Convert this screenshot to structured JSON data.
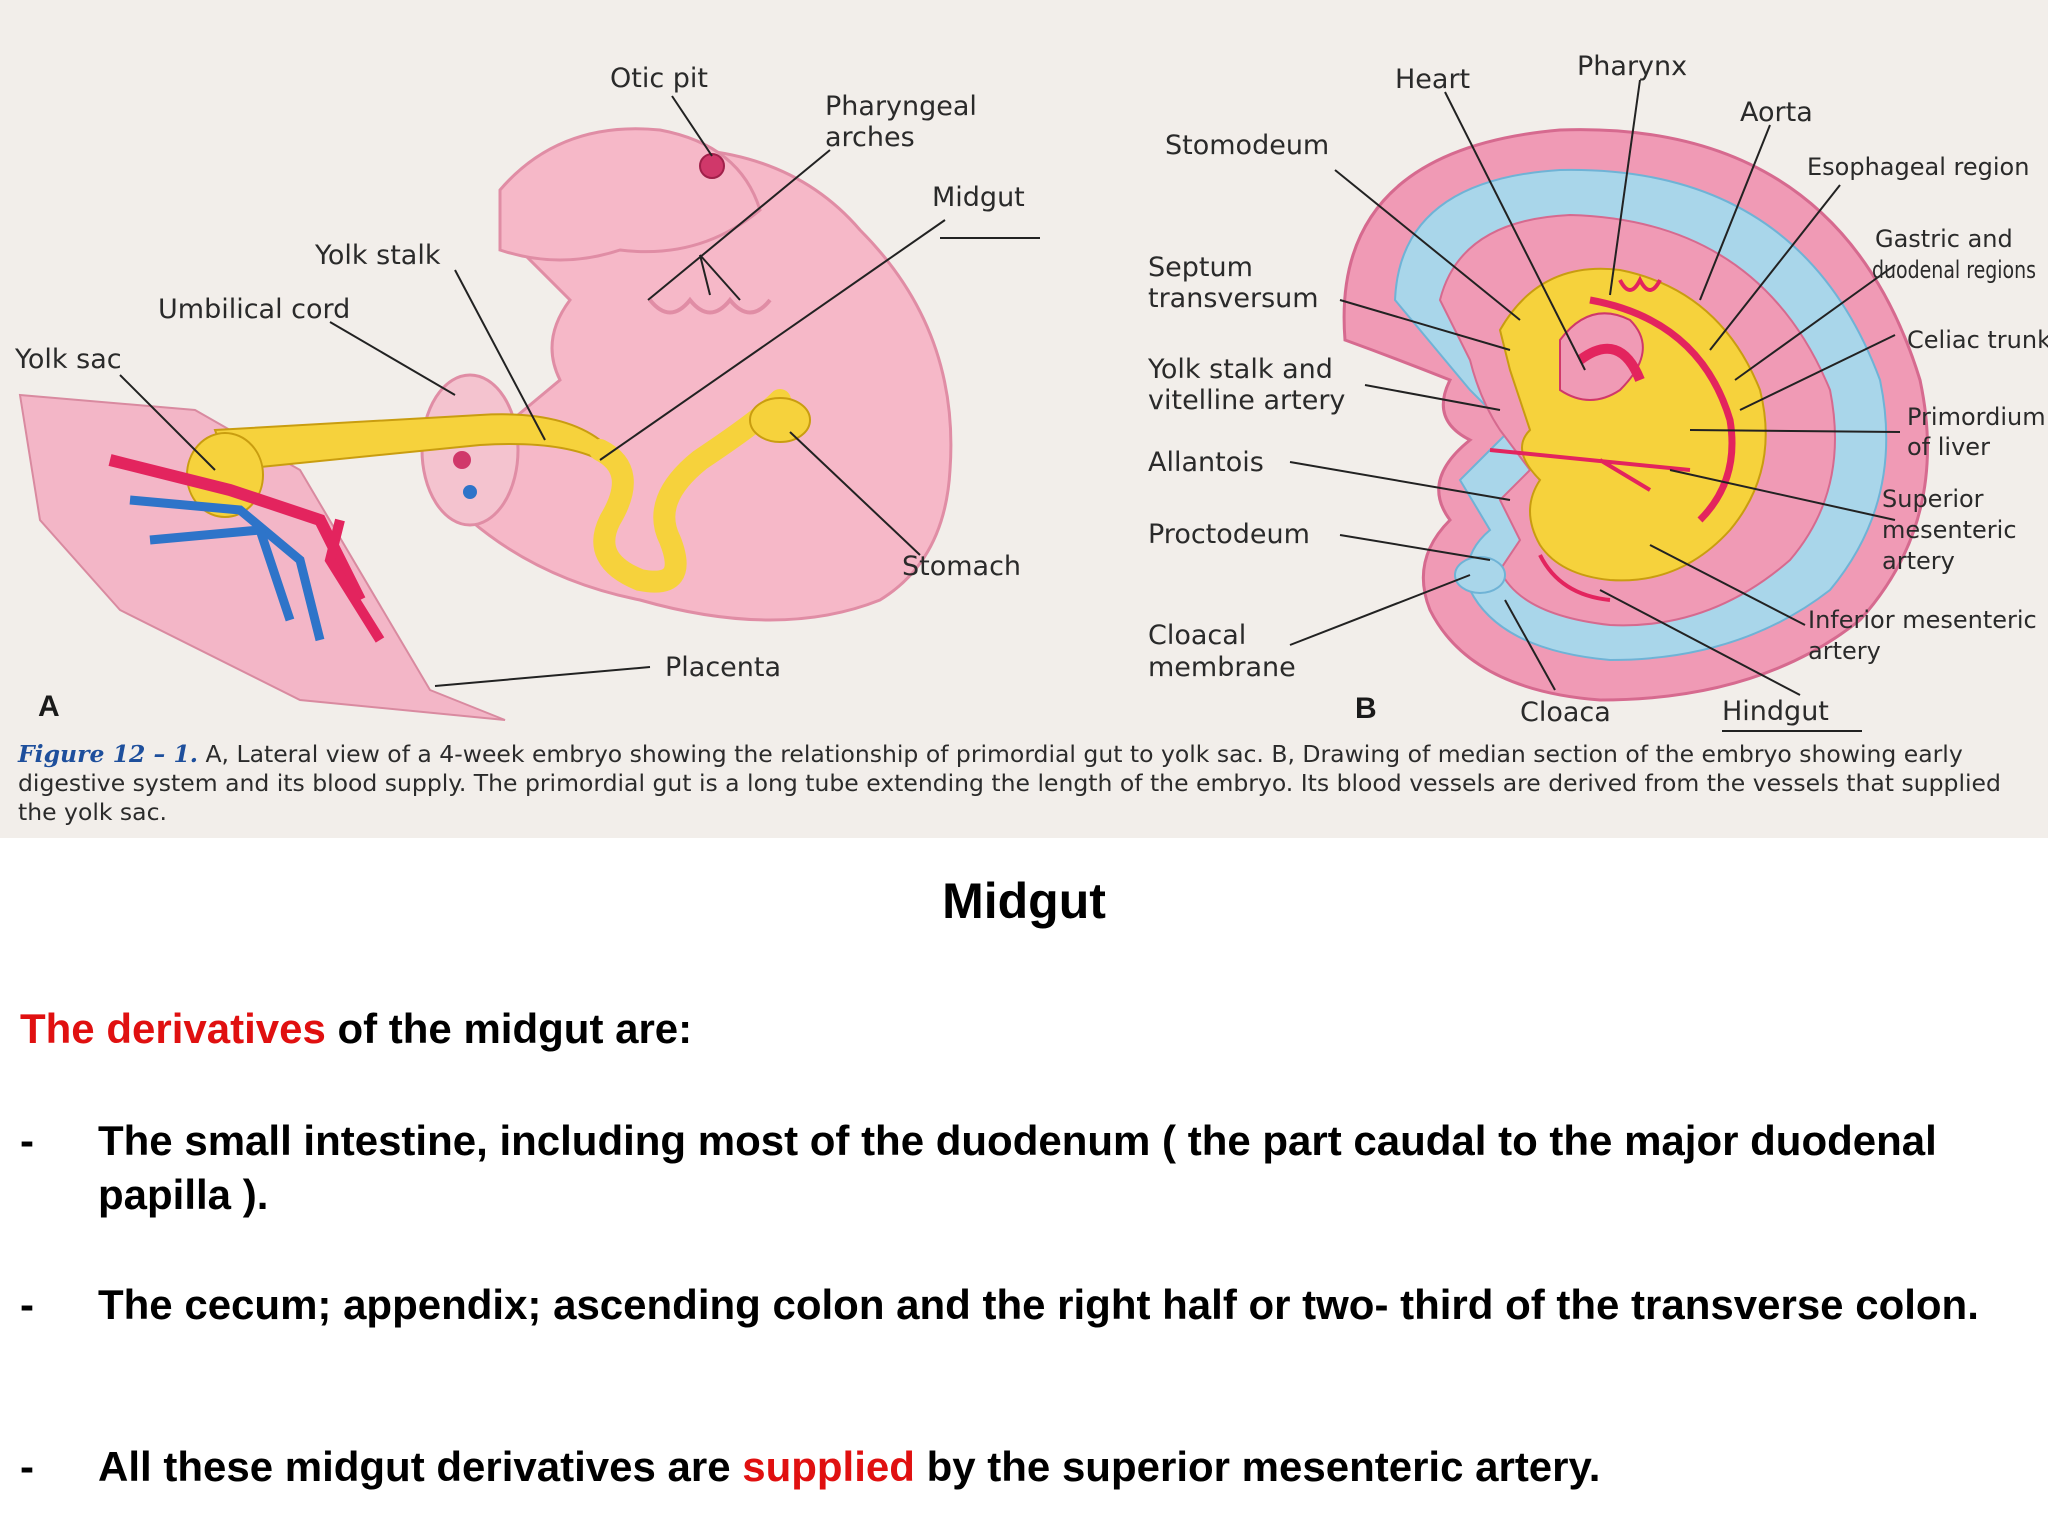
{
  "figure": {
    "panel_a_letter": "A",
    "panel_b_letter": "B",
    "labels_a": {
      "otic_pit": "Otic pit",
      "pharyngeal_1": "Pharyngeal",
      "pharyngeal_2": "arches",
      "midgut": "Midgut",
      "yolk_stalk": "Yolk stalk",
      "umbilical_cord": "Umbilical cord",
      "yolk_sac": "Yolk sac",
      "stomach": "Stomach",
      "placenta": "Placenta"
    },
    "labels_b": {
      "heart": "Heart",
      "pharynx": "Pharynx",
      "aorta": "Aorta",
      "stomodeum": "Stomodeum",
      "esophageal": "Esophageal region",
      "septum_1": "Septum",
      "septum_2": "transversum",
      "gastric_1": "Gastric and",
      "gastric_2": "duodenal regions",
      "celiac": "Celiac trunk",
      "yolk_stalk_1": "Yolk stalk and",
      "yolk_stalk_2": "vitelline artery",
      "primordium_1": "Primordium",
      "primordium_2": "of liver",
      "allantois": "Allantois",
      "superior_1": "Superior",
      "superior_2": "mesenteric",
      "superior_3": "artery",
      "proctodeum": "Proctodeum",
      "inferior_1": "Inferior mesenteric",
      "inferior_2": "artery",
      "cloacal_1": "Cloacal",
      "cloacal_2": "membrane",
      "cloaca": "Cloaca",
      "hindgut": "Hindgut"
    },
    "caption_fig": "Figure 12 – 1.",
    "caption_text": "A, Lateral view of a 4-week embryo showing the relationship of primordial gut to yolk sac. B, Drawing of median section of the embryo showing early digestive system and its blood supply. The primordial gut is a long tube extending the length of the embryo. Its blood vessels are derived from the vessels that supplied the yolk sac."
  },
  "slide": {
    "title": "Midgut",
    "intro_red": "The derivatives",
    "intro_rest": " of the midgut are:",
    "dash": "-",
    "bullet1": "The small intestine, including most of the duodenum ( the part caudal to the major duodenal papilla ).",
    "bullet2": " The cecum; appendix; ascending colon and the right half or two- third of the transverse colon.",
    "bullet3_a": " All these midgut derivatives are ",
    "bullet3_red": "supplied",
    "bullet3_b": " by the superior mesenteric artery."
  }
}
